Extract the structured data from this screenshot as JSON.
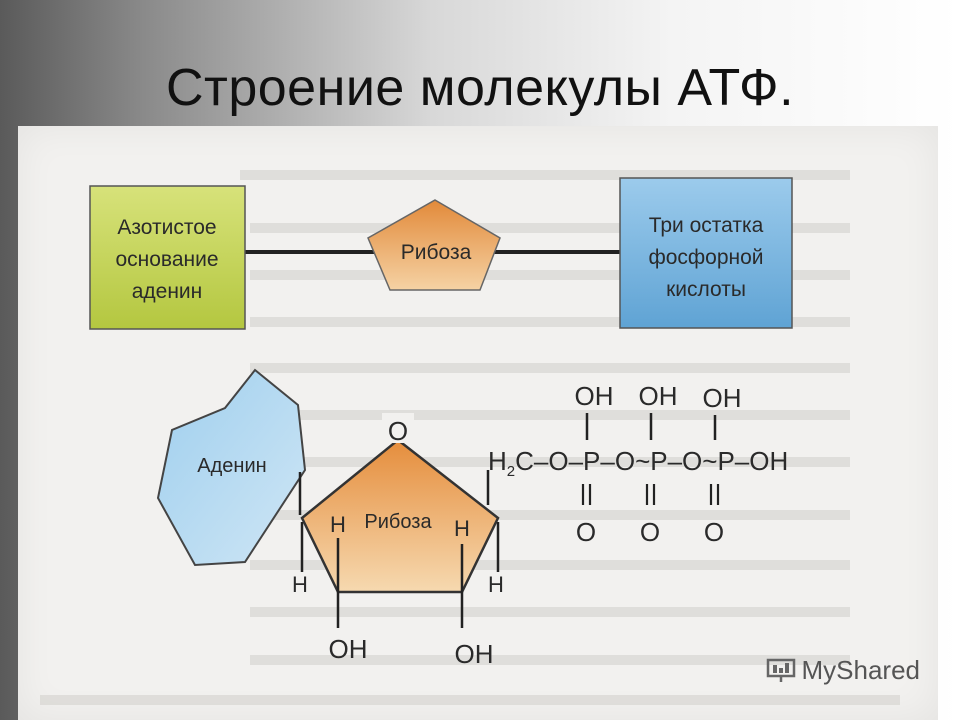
{
  "slide": {
    "title": "Строение молекулы АТФ."
  },
  "top_schema": {
    "base_box": [
      "Азотистое",
      "основание",
      "аденин"
    ],
    "ribose_pentagon": "Рибоза",
    "phosphate_box": [
      "Три остатка",
      "фосфорной",
      "кислоты"
    ]
  },
  "structural_formula": {
    "adenine_ring": "Аденин",
    "ribose_ring": "Рибоза",
    "ring_oxygen": "O",
    "ring_h_left_inner": "H",
    "ring_h_right_inner": "H",
    "ring_h_left_outer": "H",
    "ring_h_right_outer": "H",
    "oh_left": "OH",
    "oh_right": "OH",
    "chain_prefix": "H",
    "chain_sub": "2",
    "chain_text": "C–O–P–O~P–O~P–OH",
    "phosphate_oh": [
      "OH",
      "OH",
      "OH"
    ],
    "phosphate_o": [
      "O",
      "O",
      "O"
    ]
  },
  "watermark": {
    "text": "MyShared"
  },
  "colors": {
    "base_box": "#c6d65a",
    "phosphate_box": "#7cb8e0",
    "ribose_orange": "#e7a25a",
    "adenine_blue": "#a9d2ec"
  }
}
